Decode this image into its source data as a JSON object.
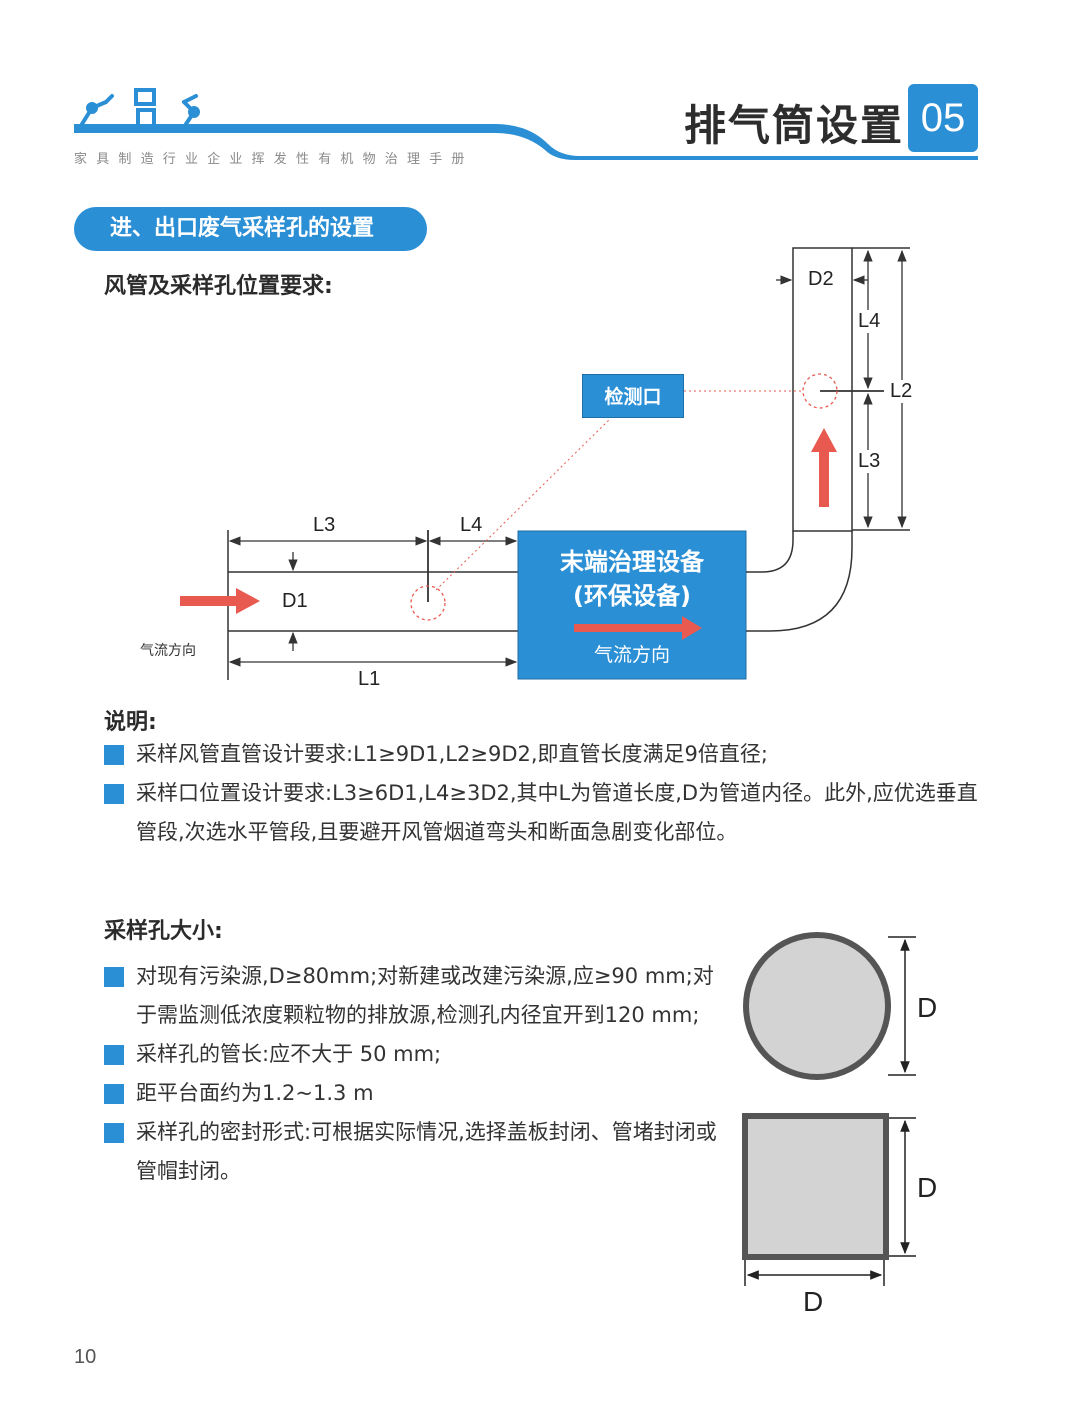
{
  "header": {
    "subtitle": "家具制造行业企业挥发性有机物治理手册",
    "title": "排气筒设置",
    "number": "05"
  },
  "section": {
    "title": "进、出口废气采样孔的设置"
  },
  "duct_requirements": {
    "heading": "风管及采样孔位置要求:",
    "diagram": {
      "detection_port": "检测口",
      "equipment_line1": "末端治理设备",
      "equipment_line2": "(环保设备)",
      "inner_flow": "气流方向",
      "flow_direction": "气流方向",
      "labels": {
        "L1": "L1",
        "L2": "L2",
        "L3_h": "L3",
        "L4_h": "L4",
        "L3_v": "L3",
        "L4_v": "L4",
        "D1": "D1",
        "D2": "D2"
      },
      "colors": {
        "accent": "#2b8fd5",
        "arrow": "#e85a4f",
        "line": "#333333"
      }
    }
  },
  "notes": {
    "heading": "说明:",
    "items": [
      "采样风管直管设计要求:L1≥9D1,L2≥9D2,即直管长度满足9倍直径;",
      "采样口位置设计要求:L3≥6D1,L4≥3D2,其中L为管道长度,D为管道内径。此外,应优选垂直管段,次选水平管段,且要避开风管烟道弯头和断面急剧变化部位。"
    ]
  },
  "hole_size": {
    "heading": "采样孔大小:",
    "items": [
      "对现有污染源,D≥80mm;对新建或改建污染源,应≥90 mm;对于需监测低浓度颗粒物的排放源,检测孔内径宜开到120 mm;",
      "采样孔的管长:应不大于 50 mm;",
      "距平台面约为1.2~1.3 m",
      "采样孔的密封形式:可根据实际情况,选择盖板封闭、管堵封闭或管帽封闭。"
    ],
    "shapes": {
      "circle_label": "D",
      "square_side_label": "D",
      "square_bottom_label": "D"
    }
  },
  "page_number": "10"
}
